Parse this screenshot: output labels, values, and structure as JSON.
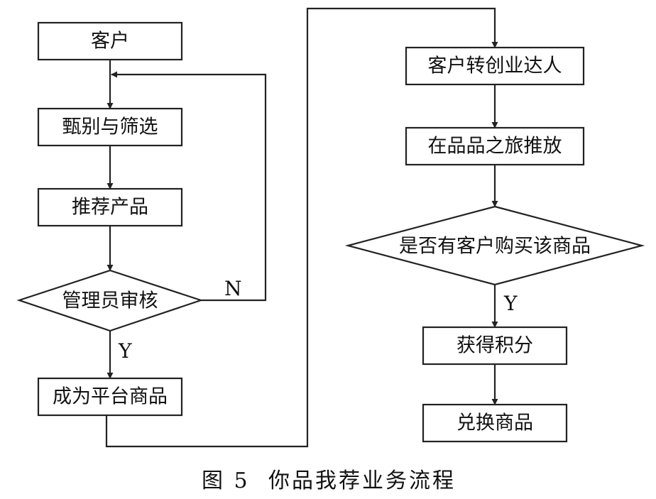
{
  "colors": {
    "line": "#222222",
    "text": "#111111",
    "background": "#ffffff"
  },
  "left_flow": {
    "customer": "客户",
    "screen": "甄别与筛选",
    "recommend": "推荐产品",
    "review": "管理员审核",
    "become_product": "成为平台商品",
    "label_no": "N",
    "label_yes": "Y"
  },
  "right_flow": {
    "become_expert": "客户转创业达人",
    "publish": "在品品之旅推放",
    "purchase_check": "是否有客户购买该商品",
    "label_yes": "Y",
    "earn_points": "获得积分",
    "redeem": "兑换商品"
  },
  "caption": {
    "figure_number": "图 5",
    "title": "你品我荐业务流程"
  }
}
